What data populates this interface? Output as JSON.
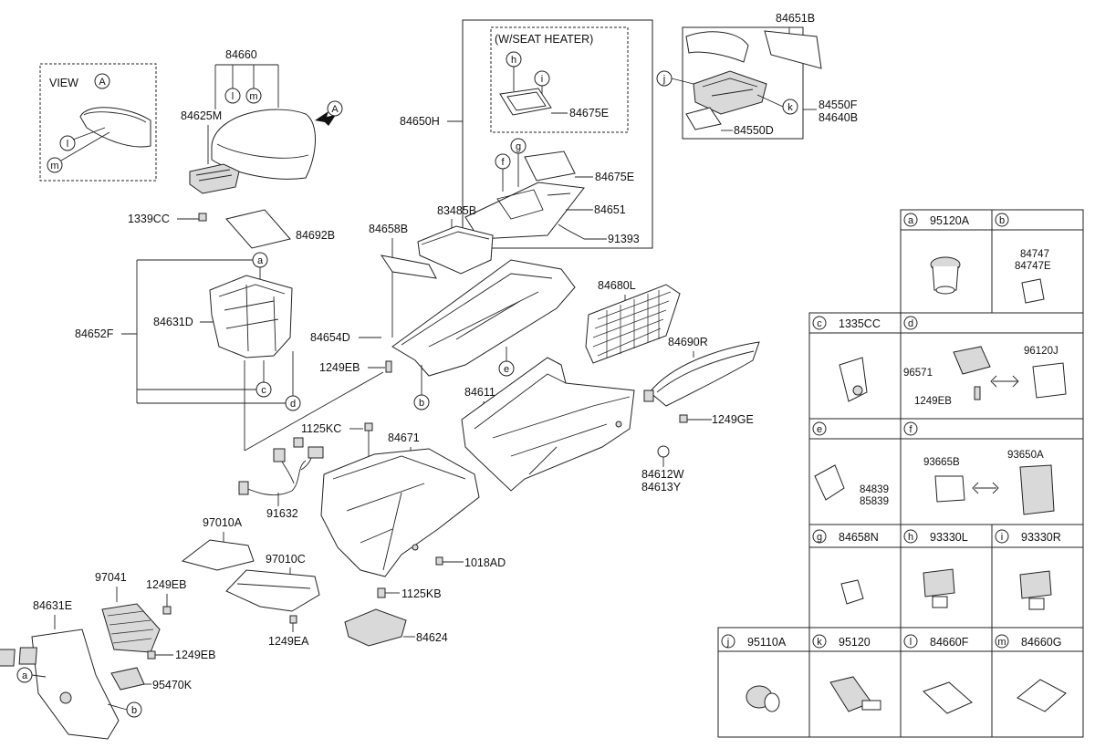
{
  "view": {
    "label": "VIEW",
    "letter": "A"
  },
  "arrow_letter": "A",
  "seat_heater": "(W/SEAT HEATER)",
  "parts": {
    "p84660": "84660",
    "p84625M": "84625M",
    "p1339CC": "1339CC",
    "p84692B": "84692B",
    "p84652F": "84652F",
    "p84631D": "84631D",
    "p84650H": "84650H",
    "p84675E_a": "84675E",
    "p84675E_b": "84675E",
    "p84651": "84651",
    "p91393": "91393",
    "p83485B": "83485B",
    "p84658B": "84658B",
    "p84654D": "84654D",
    "p1249EB_a": "1249EB",
    "p84651B": "84651B",
    "p84550F": "84550F",
    "p84640B": "84640B",
    "p84550D": "84550D",
    "p84680L": "84680L",
    "p84690R": "84690R",
    "p1249GE": "1249GE",
    "p84611": "84611",
    "p84612W": "84612W",
    "p84613Y": "84613Y",
    "p1125KC": "1125KC",
    "p84671": "84671",
    "p91632": "91632",
    "p97010A": "97010A",
    "p97010C": "97010C",
    "p1018AD": "1018AD",
    "p1125KB": "1125KB",
    "p84624": "84624",
    "p97041": "97041",
    "p1249EB_b": "1249EB",
    "p1249EB_c": "1249EB",
    "p84631E": "84631E",
    "p1249EA": "1249EA",
    "p95470K": "95470K"
  },
  "callouts": {
    "a": "a",
    "b": "b",
    "c": "c",
    "d": "d",
    "e": "e",
    "f": "f",
    "g": "g",
    "h": "h",
    "i": "i",
    "j": "j",
    "k": "k",
    "l": "l",
    "m": "m"
  },
  "legend": {
    "a": {
      "letter": "a",
      "part": "95120A"
    },
    "b": {
      "letter": "b",
      "part": "",
      "parts": [
        "84747",
        "84747E"
      ]
    },
    "c": {
      "letter": "c",
      "part": "1335CC"
    },
    "d": {
      "letter": "d",
      "part": "",
      "parts": [
        "96571",
        "96120J",
        "1249EB"
      ]
    },
    "e": {
      "letter": "e",
      "part": "",
      "parts": [
        "84839",
        "85839"
      ]
    },
    "f": {
      "letter": "f",
      "part": "",
      "parts": [
        "93665B",
        "93650A"
      ]
    },
    "g": {
      "letter": "g",
      "part": "84658N"
    },
    "h": {
      "letter": "h",
      "part": "93330L"
    },
    "i": {
      "letter": "i",
      "part": "93330R"
    },
    "j": {
      "letter": "j",
      "part": "95110A"
    },
    "k": {
      "letter": "k",
      "part": "95120"
    },
    "l": {
      "letter": "l",
      "part": "84660F"
    },
    "m": {
      "letter": "m",
      "part": "84660G"
    }
  },
  "colors": {
    "line": "#222222",
    "fill": "#f2f2f2",
    "background": "#ffffff"
  }
}
